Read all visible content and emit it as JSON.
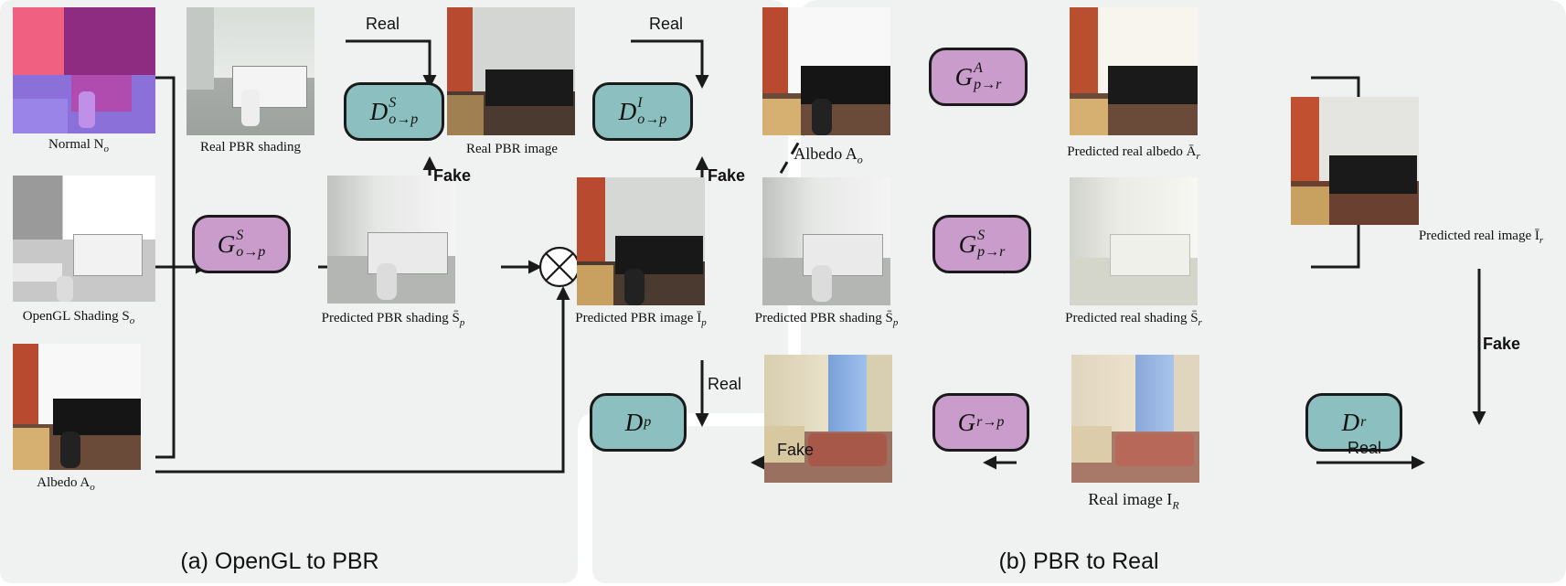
{
  "panels": {
    "a_title": "(a) OpenGL to PBR",
    "b_title": "(b) PBR to Real"
  },
  "image_labels": {
    "normal": "Normal N",
    "normal_sub": "o",
    "opengl_shading": "OpenGL Shading S",
    "opengl_shading_sub": "o",
    "albedo_a": "Albedo A",
    "albedo_a_sub": "o",
    "real_pbr_shading": "Real PBR shading",
    "real_pbr_image": "Real PBR image",
    "pred_pbr_shading_a": "Predicted PBR shading S̄",
    "pred_pbr_shading_a_sub": "p",
    "pred_pbr_image": "Predicted PBR image Ī",
    "pred_pbr_image_sub": "p",
    "albedo_b": "Albedo A",
    "albedo_b_sub": "o",
    "pred_pbr_shading_b": "Predicted PBR shading S̄",
    "pred_pbr_shading_b_sub": "p",
    "pred_real_albedo": "Predicted real albedo Ā",
    "pred_real_albedo_sub": "r",
    "pred_real_shading": "Predicted real shading S̄",
    "pred_real_shading_sub": "r",
    "pred_real_image": "Predicted real image Ī",
    "pred_real_image_sub": "r",
    "real_image": "Real image I",
    "real_image_sub": "R"
  },
  "nodes": {
    "g_os_base": "G",
    "g_os_sup": "S",
    "g_os_sub": "o→p",
    "d_os_base": "D",
    "d_os_sup": "S",
    "d_os_sub": "o→p",
    "d_oi_base": "D",
    "d_oi_sup": "I",
    "d_oi_sub": "o→p",
    "g_pa_base": "G",
    "g_pa_sup": "A",
    "g_pa_sub": "p→r",
    "g_ps_base": "G",
    "g_ps_sup": "S",
    "g_ps_sub": "p→r",
    "g_rp_base": "G",
    "g_rp_sub": "r→p",
    "d_p_base": "D",
    "d_p_sub": "p",
    "d_r_base": "D",
    "d_r_sub": "r"
  },
  "edges": {
    "real_1": "Real",
    "real_2": "Real",
    "fake_1": "Fake",
    "fake_2": "Fake",
    "real_3": "Real",
    "fake_3": "Fake",
    "fake_4": "Fake",
    "real_4": "Real"
  },
  "colors": {
    "generator": "#c99ccc",
    "discriminator": "#8cc0c0",
    "panel_bg": "#f0f1f1"
  }
}
